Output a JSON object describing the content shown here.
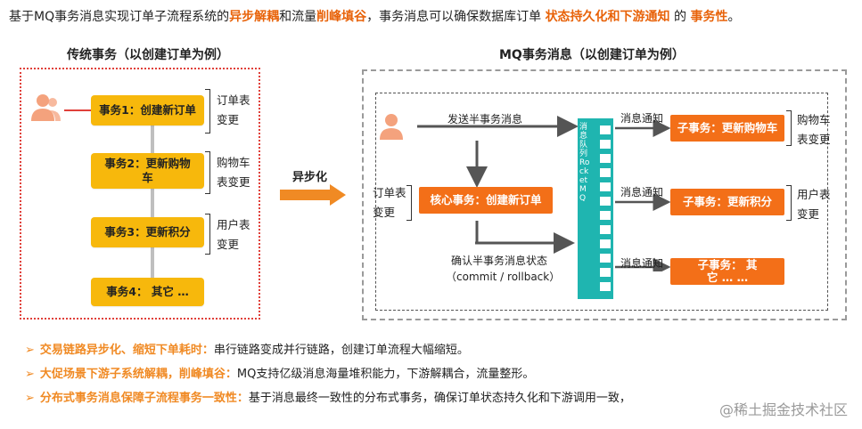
{
  "headline": {
    "part1": "基于MQ事务消息实现订单子流程系统的",
    "highlight1": "异步解耦",
    "part2": "和流量",
    "highlight2": "削峰填谷",
    "part3": "，事务消息可以确保数据库订单 ",
    "highlight3": "状态持久化和下游通知",
    "part4": " 的 ",
    "highlight4": "事务性",
    "part5": "。"
  },
  "left": {
    "title": "传统事务（以创建订单为例）",
    "steps": [
      {
        "label": "事务1：创建新订单",
        "note": "订单表\n变更"
      },
      {
        "label": "事务2：更新购物\n车",
        "note": "购物车\n表变更"
      },
      {
        "label": "事务3：更新积分",
        "note": "用户表\n变更"
      },
      {
        "label": "事务4： 其它 …",
        "note": ""
      }
    ]
  },
  "middle": {
    "label": "异步化"
  },
  "right": {
    "title": "MQ事务消息（以创建订单为例）",
    "send_half": "发送半事务消息",
    "core_note": "订单表\n变更",
    "core_tx": "核心事务：创建新订单",
    "confirm_line1": "确认半事务消息状态",
    "confirm_line2": "（commit / rollback）",
    "queue_label": "消息队列 RocketMQ",
    "notify_label": "消息通知",
    "subs": [
      {
        "label": "子事务：更新购物车",
        "note": "购物车\n表变更"
      },
      {
        "label": "子事务：更新积分",
        "note": "用户表\n变更"
      },
      {
        "label": "子事务：  其\n它 … …",
        "note": ""
      }
    ]
  },
  "bullets": [
    {
      "key": "交易链路异步化、缩短下单耗时：",
      "text": "串行链路变成并行链路，创建订单流程大幅缩短。"
    },
    {
      "key": "大促场景下游子系统解耦，削峰填谷：",
      "text": "MQ支持亿级消息海量堆积能力，下游解耦合，流量整形。"
    },
    {
      "key": "分布式事务消息保障子流程事务一致性：",
      "text": "基于消息最终一致性的分布式事务，确保订单状态持久化和下游调用一致，"
    }
  ],
  "bullet_marker": "➢",
  "watermark": "@稀土掘金技术社区",
  "colors": {
    "orange_accent": "#e8630a",
    "yellow_box": "#f7b80c",
    "orange_box": "#f36f18",
    "queue": "#1fb5b0",
    "person": "#f4a27d",
    "dotted_red": "#e0403a"
  }
}
